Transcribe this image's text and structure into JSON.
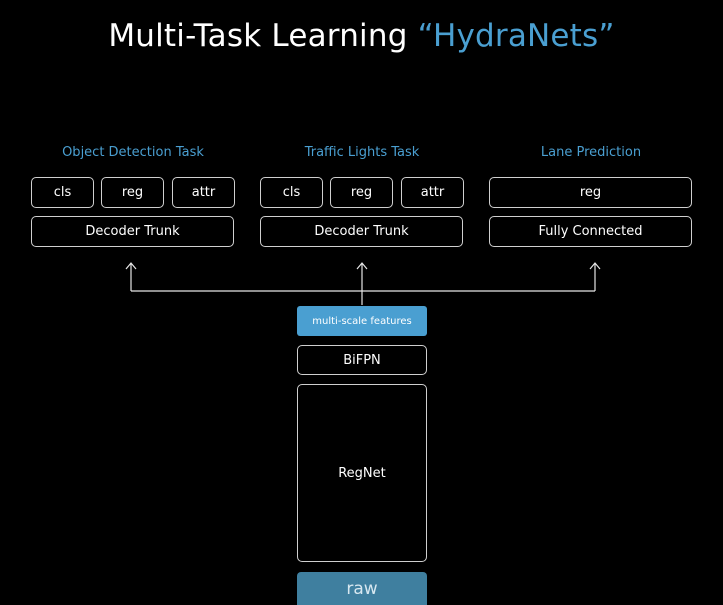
{
  "title": {
    "main": "Multi-Task Learning ",
    "accent": "“HydraNets”"
  },
  "tasks": [
    {
      "label": "Object Detection Task",
      "heads": [
        "cls",
        "reg",
        "attr"
      ],
      "trunk": "Decoder Trunk"
    },
    {
      "label": "Traffic Lights Task",
      "heads": [
        "cls",
        "reg",
        "attr"
      ],
      "trunk": "Decoder Trunk"
    },
    {
      "label": "Lane Prediction",
      "heads": [
        "reg"
      ],
      "trunk": "Fully Connected"
    }
  ],
  "backbone": {
    "features": "multi-scale features",
    "neck": "BiFPN",
    "network": "RegNet",
    "input": "raw"
  },
  "colors": {
    "accent": "#4a9fd1",
    "raw": "#3f7f9f",
    "border": "#cfcfcf",
    "background": "#000000"
  }
}
